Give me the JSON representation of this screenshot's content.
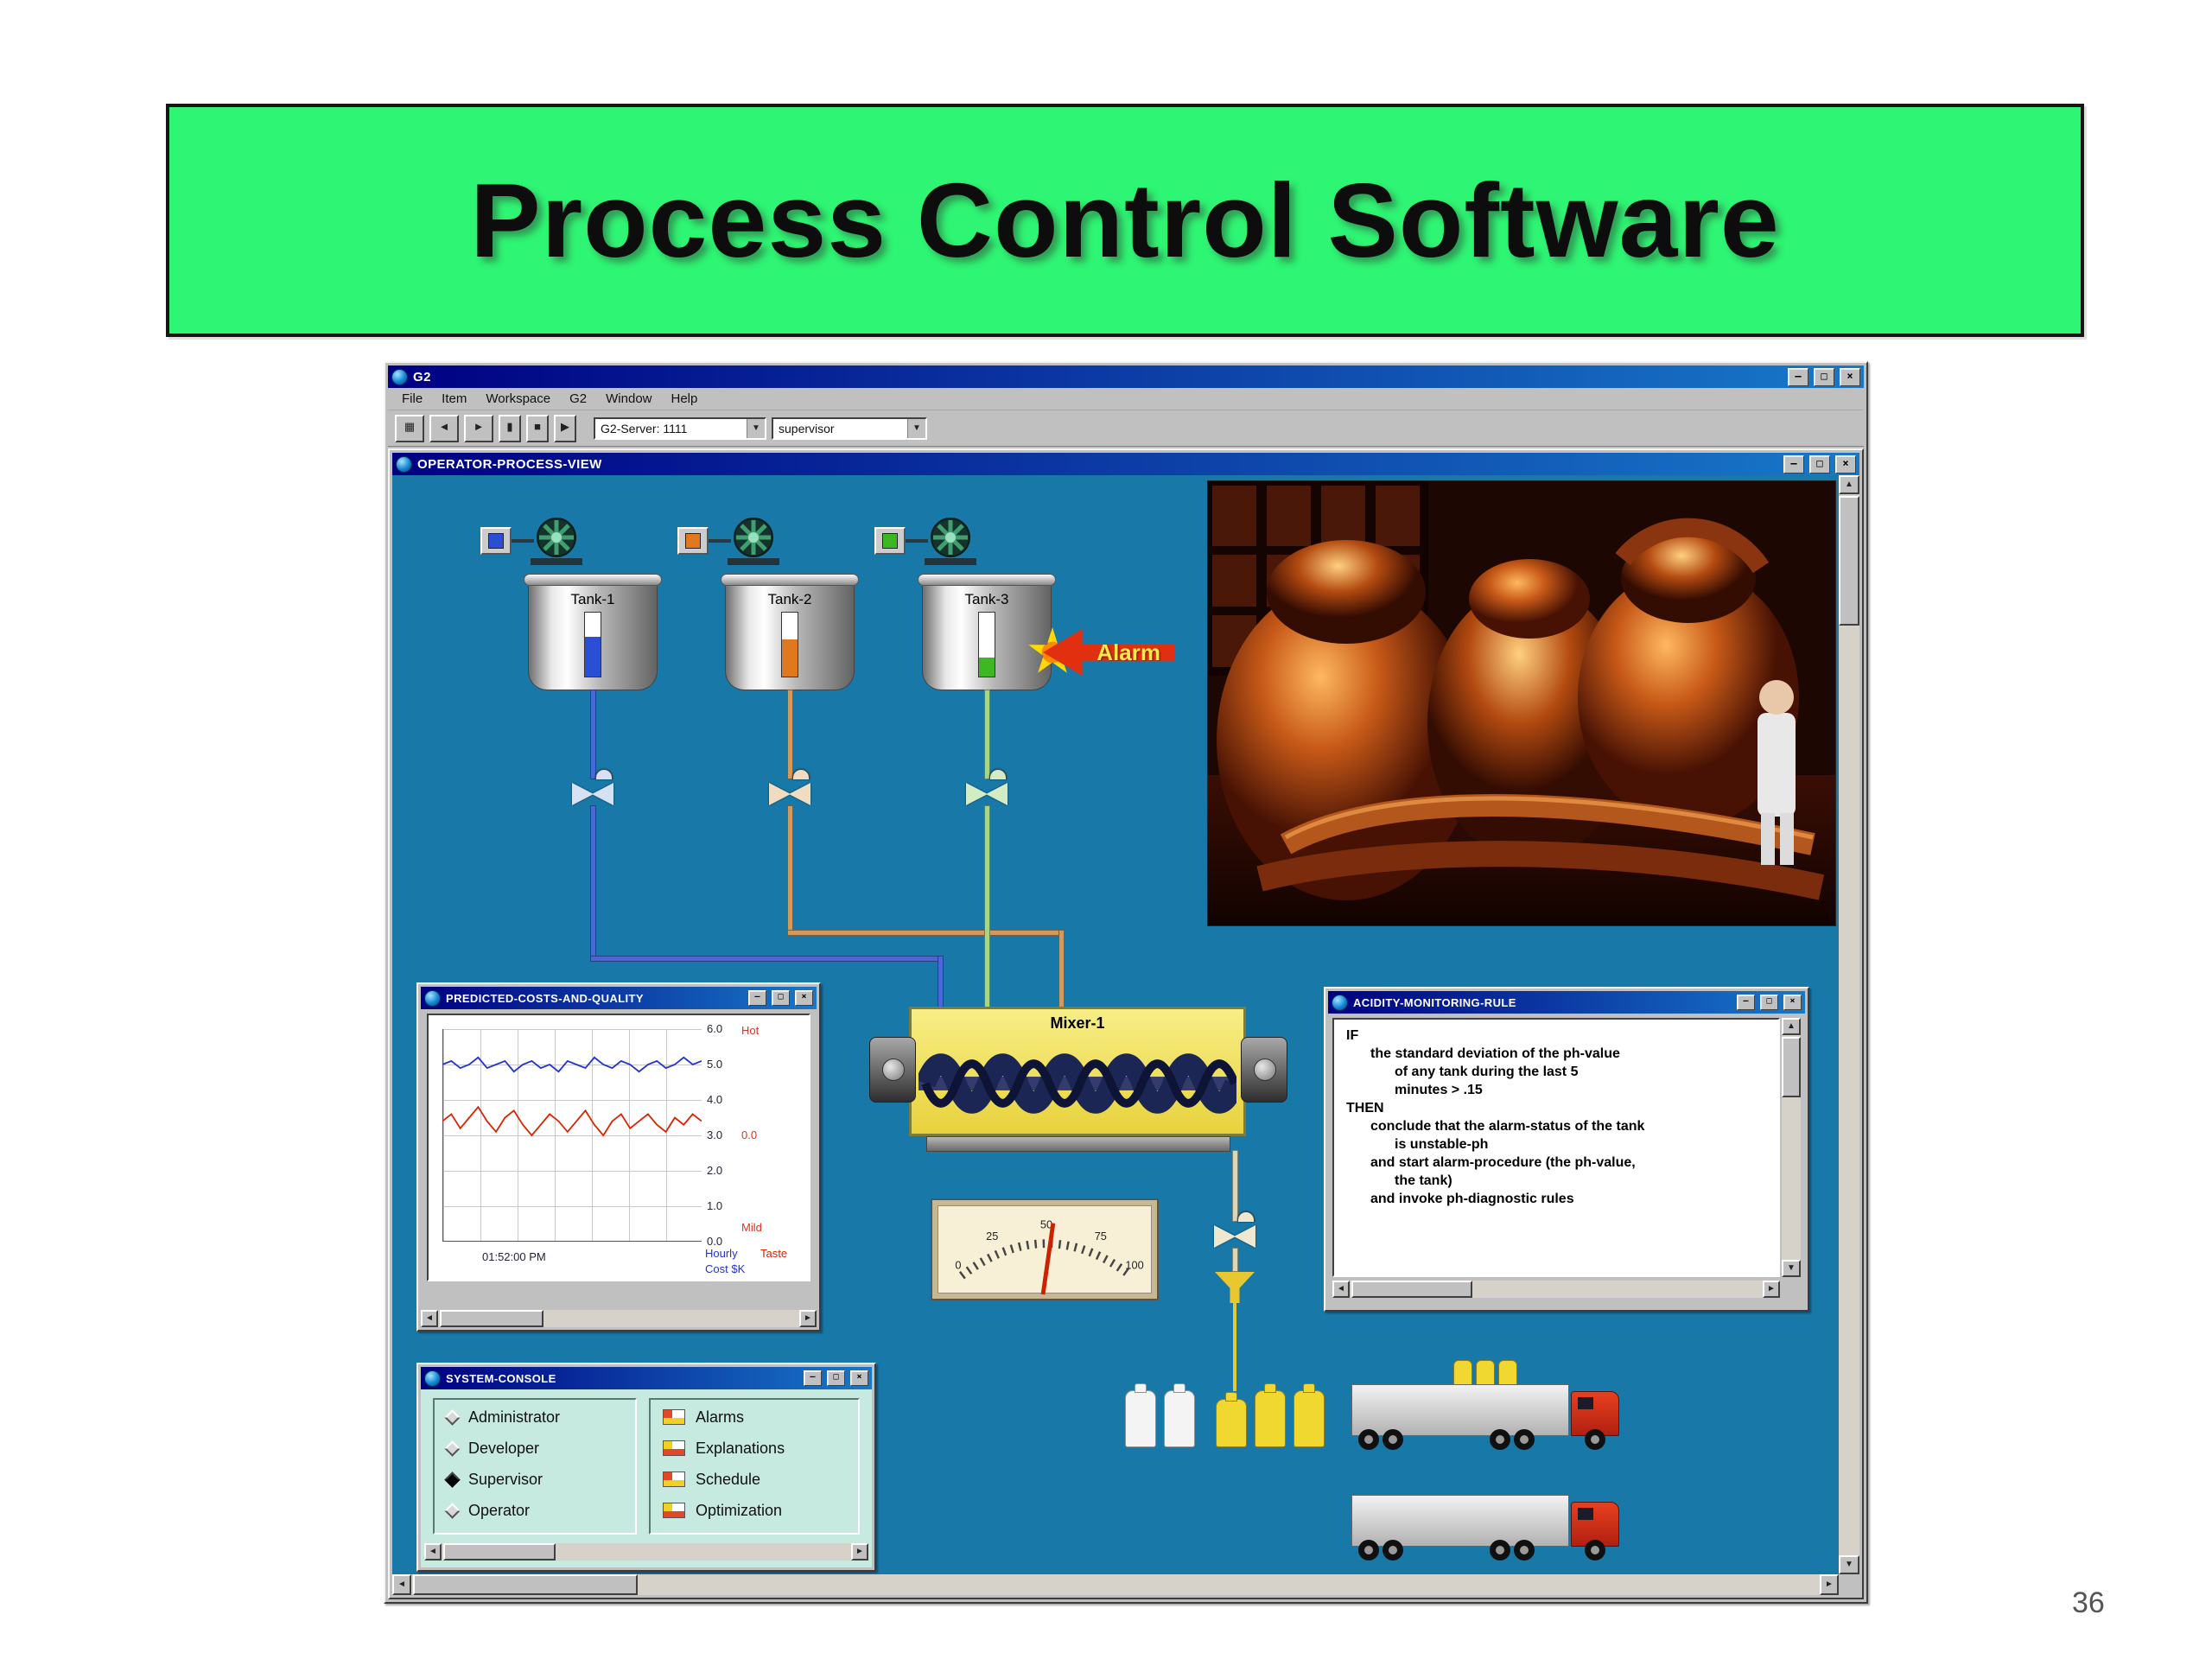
{
  "slide": {
    "title": "Process Control Software",
    "page_number": "36"
  },
  "colors": {
    "banner_green": "#2ef573",
    "workspace_teal": "#1878a8",
    "titlebar_blue": "#000082",
    "alarm_red": "#e03010"
  },
  "glyphs": {
    "minimize": "–",
    "maximize": "□",
    "close": "×",
    "scroll_up": "▲",
    "scroll_down": "▼",
    "scroll_left": "◄",
    "scroll_right": "►",
    "dropdown": "▼"
  },
  "g2": {
    "window_title": "G2",
    "menus": [
      "File",
      "Item",
      "Workspace",
      "G2",
      "Window",
      "Help"
    ],
    "toolbar": {
      "buttons": [
        "▦",
        "◄",
        "►",
        "▮",
        "■",
        "▶"
      ],
      "server_combo": "G2-Server: 1111",
      "user_combo": "supervisor"
    }
  },
  "process_view": {
    "title": "OPERATOR-PROCESS-VIEW",
    "tanks": [
      {
        "label": "Tank-1",
        "color": "#2b4fd4",
        "level": 0.62
      },
      {
        "label": "Tank-2",
        "color": "#e07820",
        "level": 0.58
      },
      {
        "label": "Tank-3",
        "color": "#3db822",
        "level": 0.3
      }
    ],
    "pipes": {
      "tank1": "#4a66d8",
      "tank2": "#d49a5c",
      "tank3": "#a8d488",
      "output": "#ded6b8",
      "drip": "#e8c830"
    },
    "alarm": {
      "label": "Alarm",
      "arrow_color": "#e03010",
      "text_color": "#ffe84a"
    },
    "mixer": {
      "label": "Mixer-1"
    },
    "gauge": {
      "ticks": [
        "0",
        "25",
        "50",
        "75",
        "100"
      ]
    }
  },
  "costs_window": {
    "title": "PREDICTED-COSTS-AND-QUALITY",
    "y_ticks": [
      "6.0",
      "5.0",
      "4.0",
      "3.0",
      "2.0",
      "1.0",
      "0.0"
    ],
    "hot_label": "Hot",
    "mid_label": "0.0",
    "mild_label": "Mild",
    "time_label": "01:52:00 PM",
    "legend_blue_1": "Hourly",
    "legend_blue_2": "Cost $K",
    "legend_red": "Taste"
  },
  "chart_data": {
    "type": "line",
    "title": "PREDICTED-COSTS-AND-QUALITY",
    "xlabel": "01:52:00 PM",
    "ylabel": "",
    "ylim": [
      0,
      6
    ],
    "y_ticks": [
      6,
      5,
      4,
      3,
      2,
      1,
      0
    ],
    "grid": true,
    "series": [
      {
        "name": "Hourly Cost $K",
        "color": "#2233cc",
        "values": [
          5.0,
          5.1,
          4.9,
          5.0,
          5.2,
          4.9,
          5.0,
          5.1,
          4.8,
          5.0,
          5.1,
          4.9,
          5.0,
          4.8,
          5.1,
          5.0,
          4.9,
          5.2,
          5.0,
          4.9,
          5.1,
          5.0,
          4.8,
          5.0,
          5.1,
          4.9,
          5.0,
          5.2,
          5.0,
          5.1
        ]
      },
      {
        "name": "Taste",
        "color": "#dd2200",
        "values": [
          3.4,
          3.6,
          3.2,
          3.5,
          3.8,
          3.4,
          3.1,
          3.5,
          3.7,
          3.3,
          3.0,
          3.3,
          3.6,
          3.4,
          3.1,
          3.4,
          3.7,
          3.3,
          3.0,
          3.4,
          3.6,
          3.2,
          3.4,
          3.6,
          3.3,
          3.1,
          3.5,
          3.3,
          3.6,
          3.4
        ]
      }
    ]
  },
  "rule_window": {
    "title": "ACIDITY-MONITORING-RULE",
    "lines": [
      {
        "text": "IF",
        "indent": 0
      },
      {
        "text": "the standard deviation of the ph-value",
        "indent": 1
      },
      {
        "text": "of any tank during the last 5",
        "indent": 2
      },
      {
        "text": "minutes > .15",
        "indent": 2
      },
      {
        "text": "THEN",
        "indent": 0
      },
      {
        "text": "conclude that the alarm-status of the tank",
        "indent": 1
      },
      {
        "text": "is unstable-ph",
        "indent": 2
      },
      {
        "text": "and start alarm-procedure (the ph-value,",
        "indent": 1
      },
      {
        "text": "the tank)",
        "indent": 2
      },
      {
        "text": "and invoke ph-diagnostic rules",
        "indent": 1
      }
    ]
  },
  "console_window": {
    "title": "SYSTEM-CONSOLE",
    "roles": [
      {
        "label": "Administrator",
        "selected": false
      },
      {
        "label": "Developer",
        "selected": false
      },
      {
        "label": "Supervisor",
        "selected": true
      },
      {
        "label": "Operator",
        "selected": false
      }
    ],
    "actions": [
      "Alarms",
      "Explanations",
      "Schedule",
      "Optimization"
    ]
  }
}
